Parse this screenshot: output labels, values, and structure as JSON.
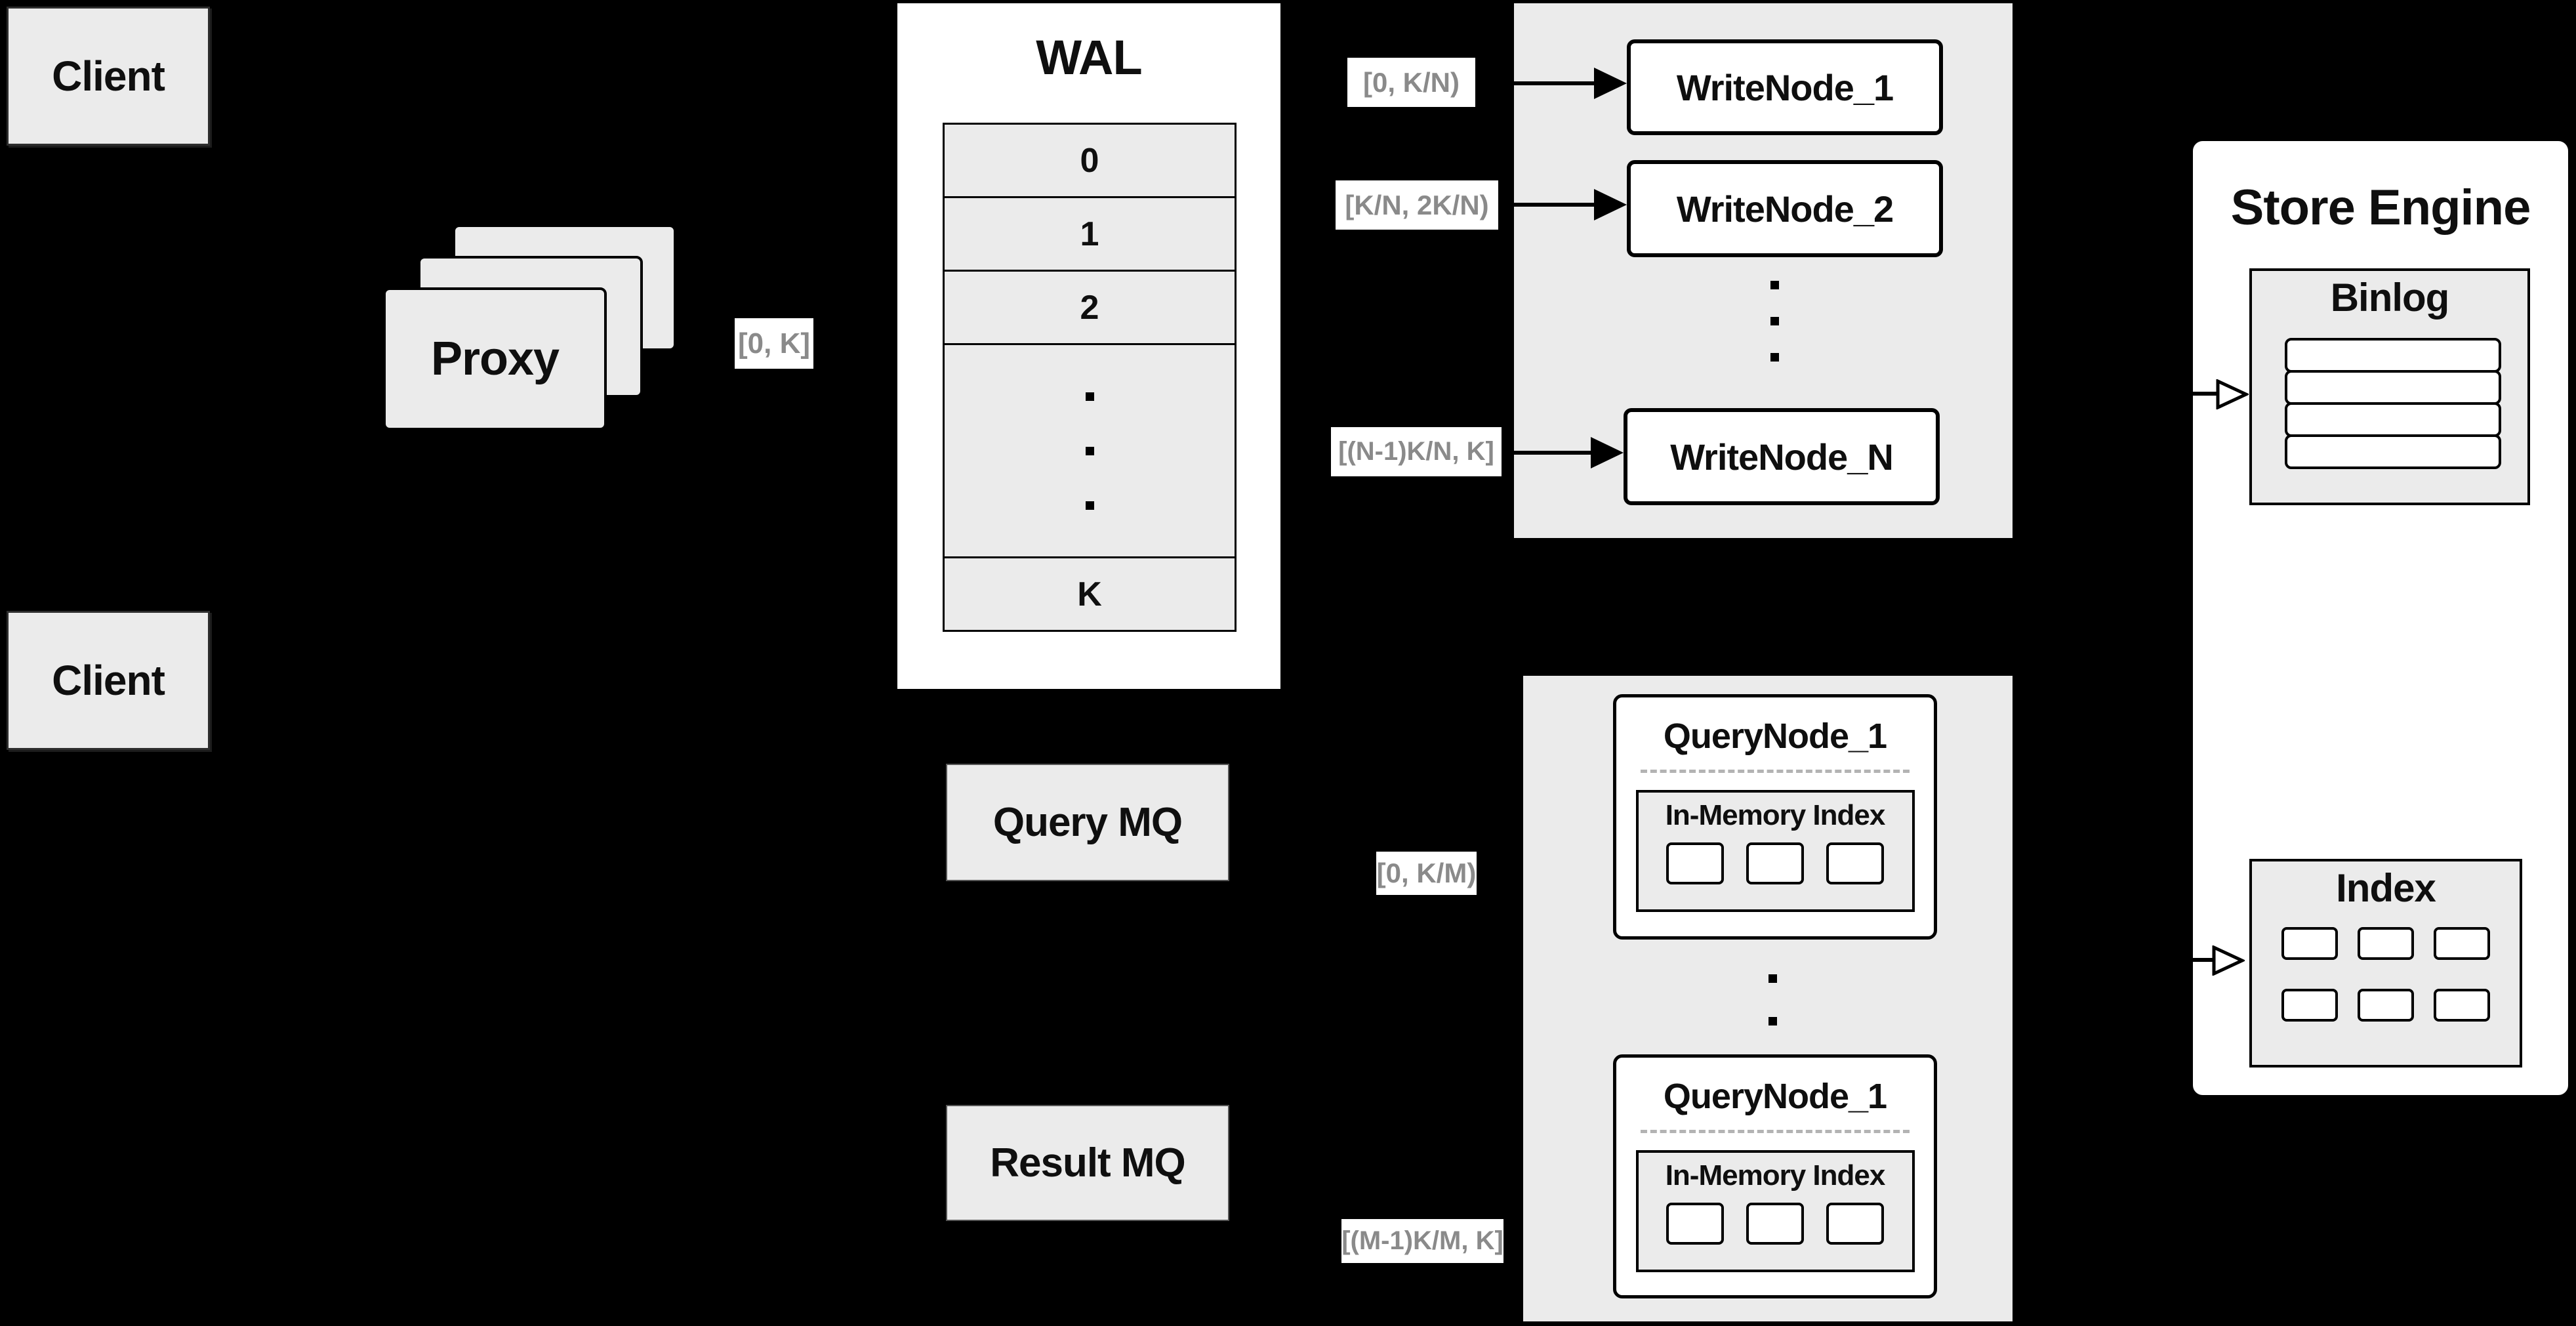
{
  "colors": {
    "background": "#000000",
    "panel_gray": "#ebebeb",
    "box_white": "#ffffff",
    "border_black": "#000000",
    "range_label_text": "#8a8a8a"
  },
  "clients": {
    "top_label": "Client",
    "bottom_label": "Client"
  },
  "proxy": {
    "label": "Proxy",
    "range": "[0, K]"
  },
  "wal": {
    "title": "WAL",
    "segments": [
      "0",
      "1",
      "2"
    ],
    "last_segment": "K"
  },
  "write_cluster": {
    "ranges": [
      "[0, K/N)",
      "[K/N, 2K/N)",
      "[(N-1)K/N, K]"
    ],
    "nodes": [
      "WriteNode_1",
      "WriteNode_2",
      "WriteNode_N"
    ]
  },
  "mq": {
    "query": "Query MQ",
    "result": "Result MQ"
  },
  "query_cluster": {
    "ranges": [
      "[0, K/M)",
      "[(M-1)K/M, K]"
    ],
    "nodes": [
      {
        "title": "QueryNode_1",
        "index_label": "In-Memory Index"
      },
      {
        "title": "QueryNode_1",
        "index_label": "In-Memory Index"
      }
    ]
  },
  "store_engine": {
    "title": "Store Engine",
    "binlog_title": "Binlog",
    "index_title": "Index"
  }
}
